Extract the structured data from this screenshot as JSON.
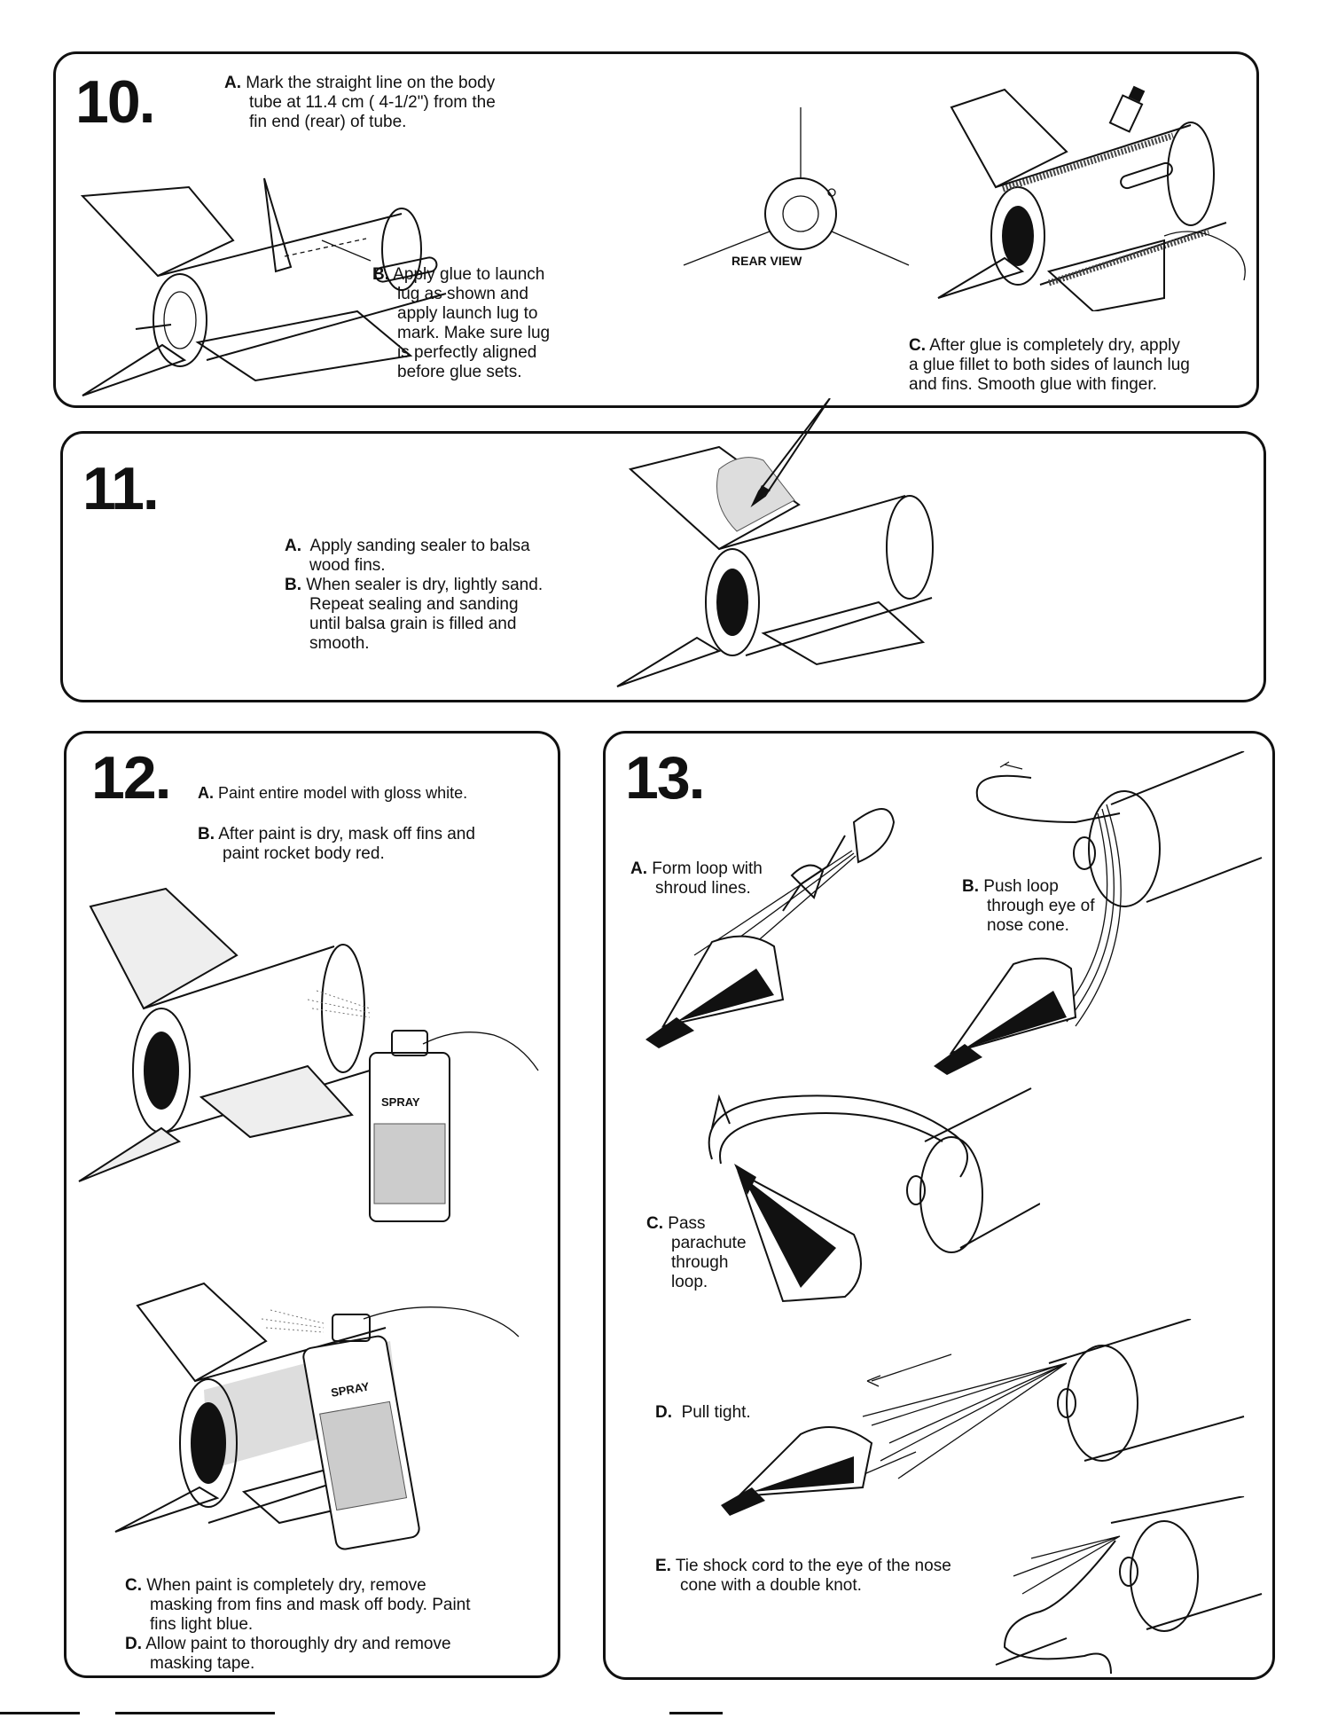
{
  "steps": {
    "s10": {
      "number": "10.",
      "a_label": "A.",
      "a_lines": [
        "Mark the straight line on the body",
        "tube at 11.4 cm ( 4-1/2\") from the",
        "fin end (rear) of tube."
      ],
      "b_label": "B.",
      "b_lines": [
        "Apply glue to launch",
        "lug as shown and",
        "apply launch lug to",
        "mark.  Make sure lug",
        "is perfectly aligned",
        "before glue sets."
      ],
      "rear_view_label": "REAR VIEW",
      "c_label": "C.",
      "c_lines": [
        "After glue is completely dry, apply",
        "a glue fillet to both sides of launch lug",
        "and fins.  Smooth glue with finger."
      ]
    },
    "s11": {
      "number": "11.",
      "a_label": "A.",
      "a_lines": [
        "Apply sanding sealer to balsa",
        "wood fins."
      ],
      "b_label": "B.",
      "b_lines": [
        "When sealer is dry, lightly sand.",
        "Repeat sealing and sanding",
        "until balsa grain is filled and",
        "smooth."
      ]
    },
    "s12": {
      "number": "12.",
      "a_label": "A.",
      "a_lines": [
        "Paint entire model with gloss white."
      ],
      "b_label": "B.",
      "b_lines": [
        "After paint is dry, mask off fins and",
        "paint rocket body red."
      ],
      "spray_label": "SPRAY",
      "c_label": "C.",
      "c_lines": [
        "When paint is completely dry, remove",
        "masking from fins and mask off body. Paint",
        "fins light blue."
      ],
      "d_label": "D.",
      "d_lines": [
        "Allow paint to thoroughly dry and remove",
        "masking tape."
      ]
    },
    "s13": {
      "number": "13.",
      "a_label": "A.",
      "a_lines": [
        "Form loop with",
        "shroud lines."
      ],
      "b_label": "B.",
      "b_lines": [
        "Push loop",
        "through eye of",
        "nose cone."
      ],
      "c_label": "C.",
      "c_lines": [
        "Pass",
        "parachute",
        "through",
        "loop."
      ],
      "d_label": "D.",
      "d_lines": [
        "Pull tight."
      ],
      "e_label": "E.",
      "e_lines": [
        "Tie shock cord to the eye of the nose",
        "cone with a double knot."
      ]
    }
  }
}
